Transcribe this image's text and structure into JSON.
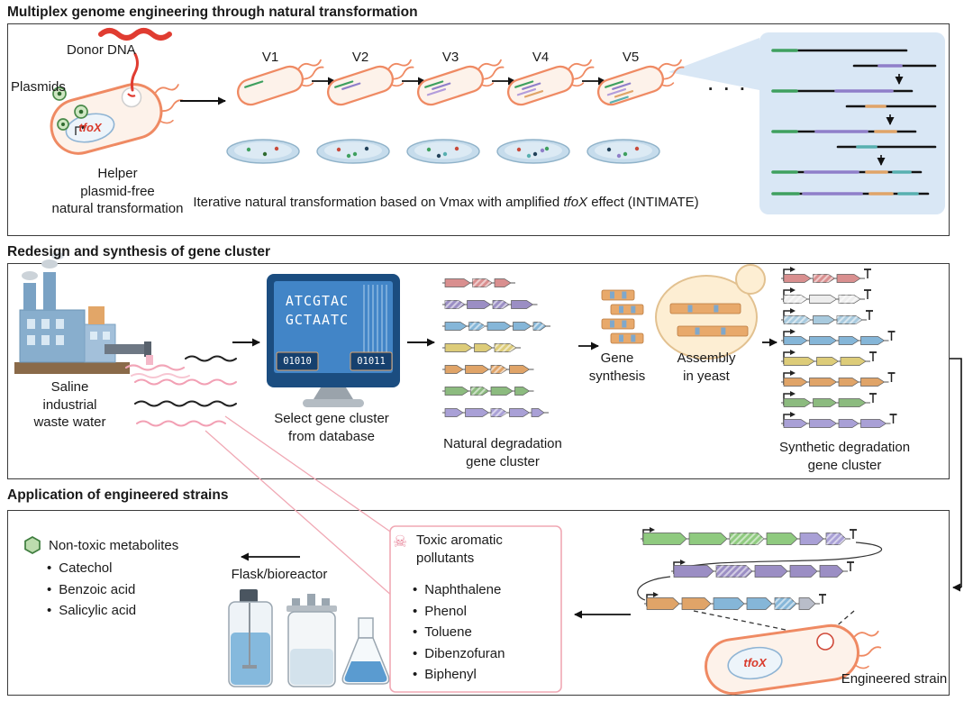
{
  "panel1": {
    "title": "Multiplex genome engineering through natural transformation",
    "donor_dna": "Donor DNA",
    "plasmids": "Plasmids",
    "tfox": "tfoX",
    "helper": "Helper\nplasmid-free\nnatural transformation",
    "variants": [
      "V1",
      "V2",
      "V3",
      "V4",
      "V5"
    ],
    "ellipsis": "· · ·",
    "caption_pre": "Iterative natural transformation based on Vmax with amplified ",
    "caption_italic": "tfoX",
    "caption_post": " effect (INTIMATE)"
  },
  "panel2": {
    "title": "Redesign and synthesis of gene cluster",
    "waste_water": "Saline\nindustrial\nwaste water",
    "screen_line1": "ATCGTAC",
    "screen_line2": "GCTAATC",
    "binary1": "01010",
    "binary2": "01011",
    "select_caption": "Select gene cluster\nfrom database",
    "natural_caption": "Natural degradation\ngene cluster",
    "synthesis_label": "Gene\nsynthesis",
    "assembly_label": "Assembly\nin yeast",
    "synthetic_caption": "Synthetic degradation\ngene cluster"
  },
  "panel3": {
    "title": "Application of engineered strains",
    "nontoxic_title": "Non-toxic metabolites",
    "nontoxic_items": [
      "Catechol",
      "Benzoic acid",
      "Salicylic acid"
    ],
    "flask_label": "Flask/bioreactor",
    "skull": "☠",
    "toxic_title": "Toxic aromatic\npollutants",
    "toxic_items": [
      "Naphthalene",
      "Phenol",
      "Toluene",
      "Dibenzofuran",
      "Biphenyl"
    ],
    "strain_label": "Engineered strain",
    "tfox": "tfoX"
  },
  "colors": {
    "cell_outline": "#ef8a63",
    "donor_dna_red": "#e03c31",
    "plasmid_green": "#4a8a4a",
    "callout_blue": "#d9e7f5",
    "toxic_pink": "#f0a8b4"
  }
}
